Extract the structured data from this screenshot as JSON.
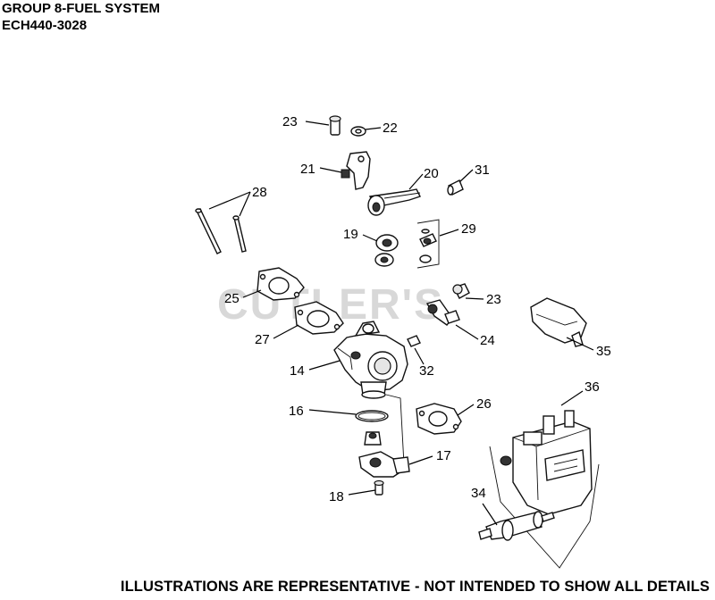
{
  "header": {
    "title_line1": "GROUP 8-FUEL SYSTEM",
    "title_line2": "ECH440-3028"
  },
  "watermark": "CUTLER'S",
  "footer": "ILLUSTRATIONS ARE REPRESENTATIVE - NOT INTENDED TO SHOW ALL DETAILS",
  "callouts": {
    "c14": "14",
    "c16": "16",
    "c17": "17",
    "c18": "18",
    "c19": "19",
    "c20": "20",
    "c21": "21",
    "c22": "22",
    "c23a": "23",
    "c23b": "23",
    "c24": "24",
    "c25": "25",
    "c26": "26",
    "c27": "27",
    "c28": "28",
    "c29": "29",
    "c31": "31",
    "c32": "32",
    "c34": "34",
    "c35": "35",
    "c36": "36"
  }
}
